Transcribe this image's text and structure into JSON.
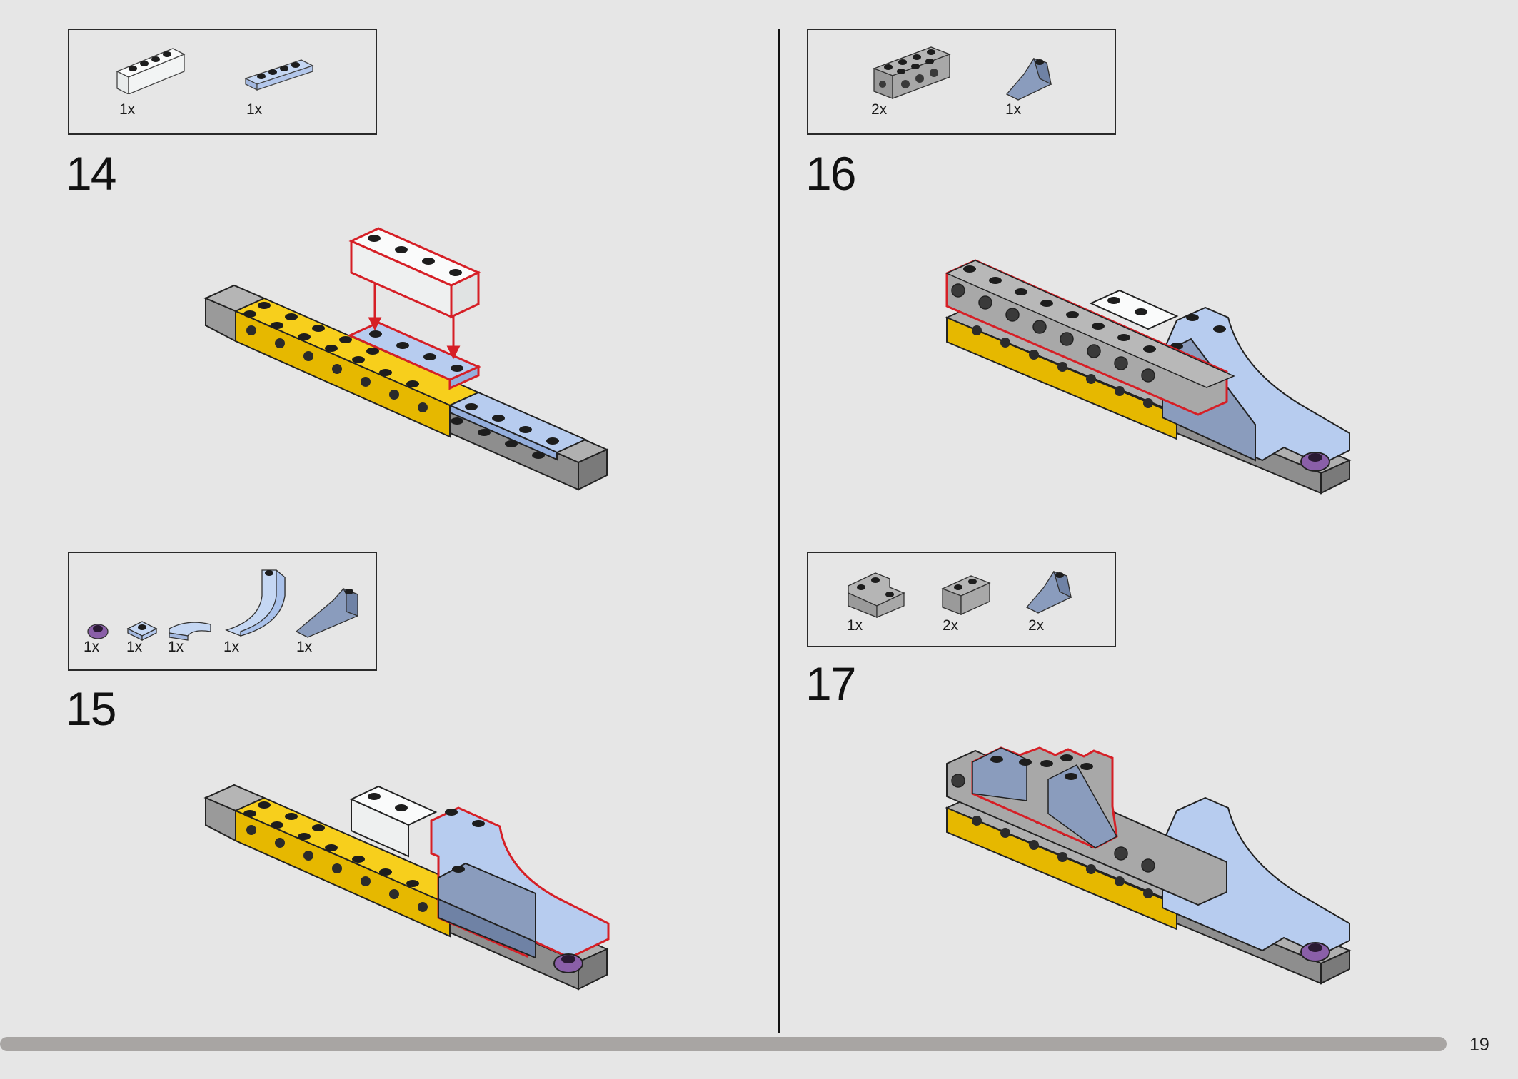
{
  "steps": [
    {
      "number": "14",
      "parts": [
        {
          "count": "1x",
          "icon": "white-1x4-brick-icon",
          "color": "#f4f6f6"
        },
        {
          "count": "1x",
          "icon": "light-blue-1x4-plate-icon",
          "color": "#b7ccef"
        }
      ]
    },
    {
      "number": "15",
      "parts": [
        {
          "count": "1x",
          "icon": "purple-round-plate-icon",
          "color": "#8a5fa8"
        },
        {
          "count": "1x",
          "icon": "light-blue-1x1-tile-icon",
          "color": "#b7ccef"
        },
        {
          "count": "1x",
          "icon": "light-blue-curved-slope-icon",
          "color": "#b7ccef"
        },
        {
          "count": "1x",
          "icon": "light-blue-arch-curve-icon",
          "color": "#bcd3f4"
        },
        {
          "count": "1x",
          "icon": "sand-blue-slope-icon",
          "color": "#8193b3"
        }
      ]
    },
    {
      "number": "16",
      "parts": [
        {
          "count": "2x",
          "icon": "gray-technic-brick-icon",
          "color": "#9d9d9d"
        },
        {
          "count": "1x",
          "icon": "sand-blue-slope-2x1-icon",
          "color": "#8193b3"
        }
      ]
    },
    {
      "number": "17",
      "parts": [
        {
          "count": "1x",
          "icon": "gray-corner-brick-icon",
          "color": "#a6a6a6"
        },
        {
          "count": "2x",
          "icon": "gray-1x2-brick-icon",
          "color": "#a6a6a6"
        },
        {
          "count": "2x",
          "icon": "sand-blue-slope-icon",
          "color": "#8193b3"
        }
      ]
    }
  ],
  "colors": {
    "background": "#e6e6e6",
    "highlight": "#d61f26",
    "yellow": "#f7cf1c",
    "gray": "#a0a0a0",
    "dark_gray": "#5a5a5a",
    "light_blue": "#b7ccef",
    "sand_blue": "#8193b3",
    "white": "#f4f6f6"
  },
  "footer": {
    "page_number": "19",
    "progress": 0.953
  }
}
